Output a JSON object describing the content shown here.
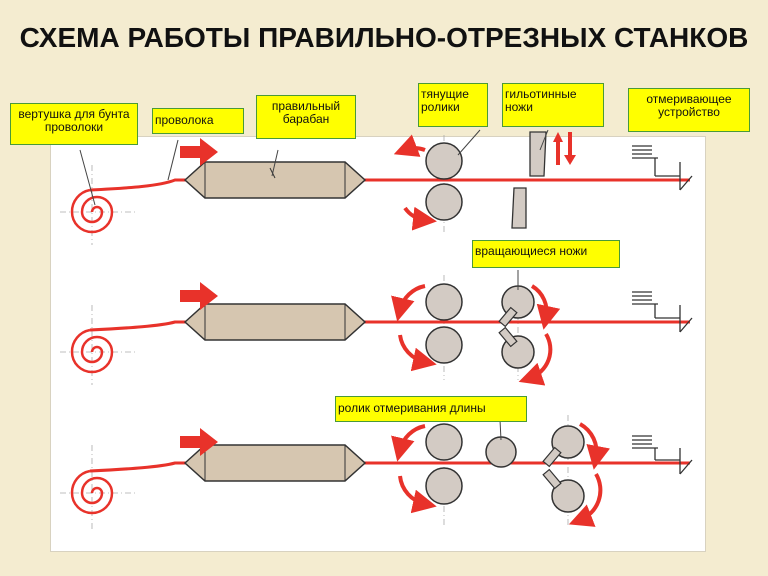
{
  "title": "СХЕМА РАБОТЫ ПРАВИЛЬНО-ОТРЕЗНЫХ СТАНКОВ",
  "labels": {
    "reel": "вертушка для бунта проволоки",
    "wire": "проволока",
    "drum": "правильный барабан",
    "pull_rollers": "тянущие ролики",
    "guillotine": "гильотинные ножи",
    "measuring": "отмеривающее устройство",
    "rotating_knives": "вращающиеся ножи",
    "length_roller": "ролик отмеривания длины"
  },
  "colors": {
    "background": "#f4ecd0",
    "wire": "#e8322a",
    "label_fill": "#ffff00",
    "label_border": "#4a9a38",
    "drum": "#d6c6b0",
    "roller": "#d3cbc4"
  }
}
